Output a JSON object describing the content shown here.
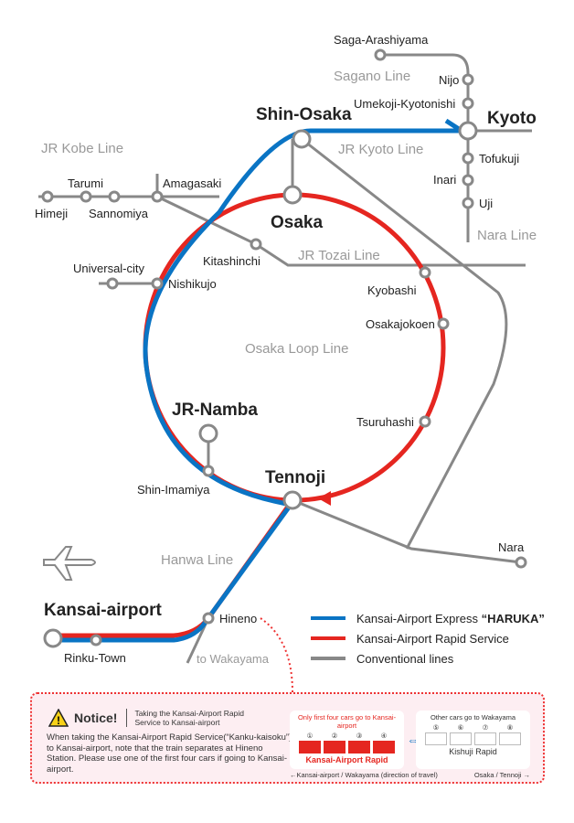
{
  "stations": {
    "saga": "Saga-Arashiyama",
    "nijo": "Nijo",
    "umekoji": "Umekoji-Kyotonishi",
    "kyoto": "Kyoto",
    "tofukuji": "Tofukuji",
    "inari": "Inari",
    "uji": "Uji",
    "shinosaka": "Shin-Osaka",
    "osaka": "Osaka",
    "himeji": "Himeji",
    "tarumi": "Tarumi",
    "sannomiya": "Sannomiya",
    "amagasaki": "Amagasaki",
    "kitashinchi": "Kitashinchi",
    "universal": "Universal-city",
    "nishikujo": "Nishikujo",
    "kyobashi": "Kyobashi",
    "osakajokoen": "Osakajokoen",
    "tsuruhashi": "Tsuruhashi",
    "jrnamba": "JR-Namba",
    "shinimamiya": "Shin-Imamiya",
    "tennoji": "Tennoji",
    "nara": "Nara",
    "kansai": "Kansai-airport",
    "rinku": "Rinku-Town",
    "hineno": "Hineno",
    "wakayama": "to Wakayama"
  },
  "lines": {
    "sagano": "Sagano Line",
    "kobe": "JR Kobe Line",
    "kyotoline": "JR Kyoto Line",
    "tozai": "JR Tozai Line",
    "loop": "Osaka Loop Line",
    "nara": "Nara Line",
    "hanwa": "Hanwa Line"
  },
  "legend": [
    {
      "label": "Kansai-Airport Express",
      "highlight": "“HARUKA”",
      "color": "#0a74c4"
    },
    {
      "label": "Kansai-Airport Rapid Service",
      "color": "#e52620"
    },
    {
      "label": "Conventional lines",
      "color": "#888888"
    }
  ],
  "notice": {
    "title": "Notice!",
    "subtitle": "Taking the Kansai-Airport Rapid Service to Kansai-airport",
    "body": "When taking the Kansai-Airport Rapid Service(“Kanku-kaisoku”) to Kansai-airport, note that the train separates at Hineno Station. Please use one of the first four cars if going to Kansai-airport.",
    "front_caption": "Only first four cars go to Kansai-airport",
    "front_name": "Kansai-Airport Rapid",
    "rear_caption": "Other cars go to Wakayama",
    "rear_name": "Kishuji Rapid",
    "front_cars": [
      "①",
      "②",
      "③",
      "④"
    ],
    "rear_cars": [
      "⑤",
      "⑥",
      "⑦",
      "⑧"
    ],
    "left_dir": "←Kansai-airport / Wakayama (direction of travel)",
    "right_dir": "Osaka / Tennoji →"
  },
  "colors": {
    "haruka": "#0a74c4",
    "rapid": "#e52620",
    "conventional": "#888888",
    "notice_bg": "#fdeef2"
  }
}
